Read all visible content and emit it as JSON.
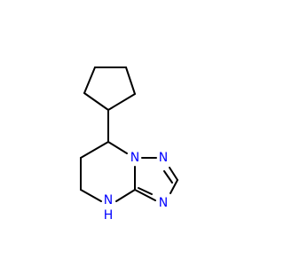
{
  "structure": {
    "atoms": {
      "n_bridge": "N",
      "n_top": "N",
      "n_right": "N",
      "n_bottom": "N",
      "h_bottom": "H"
    },
    "colors": {
      "bond": "#000000",
      "nitrogen": "#0000ff"
    }
  }
}
